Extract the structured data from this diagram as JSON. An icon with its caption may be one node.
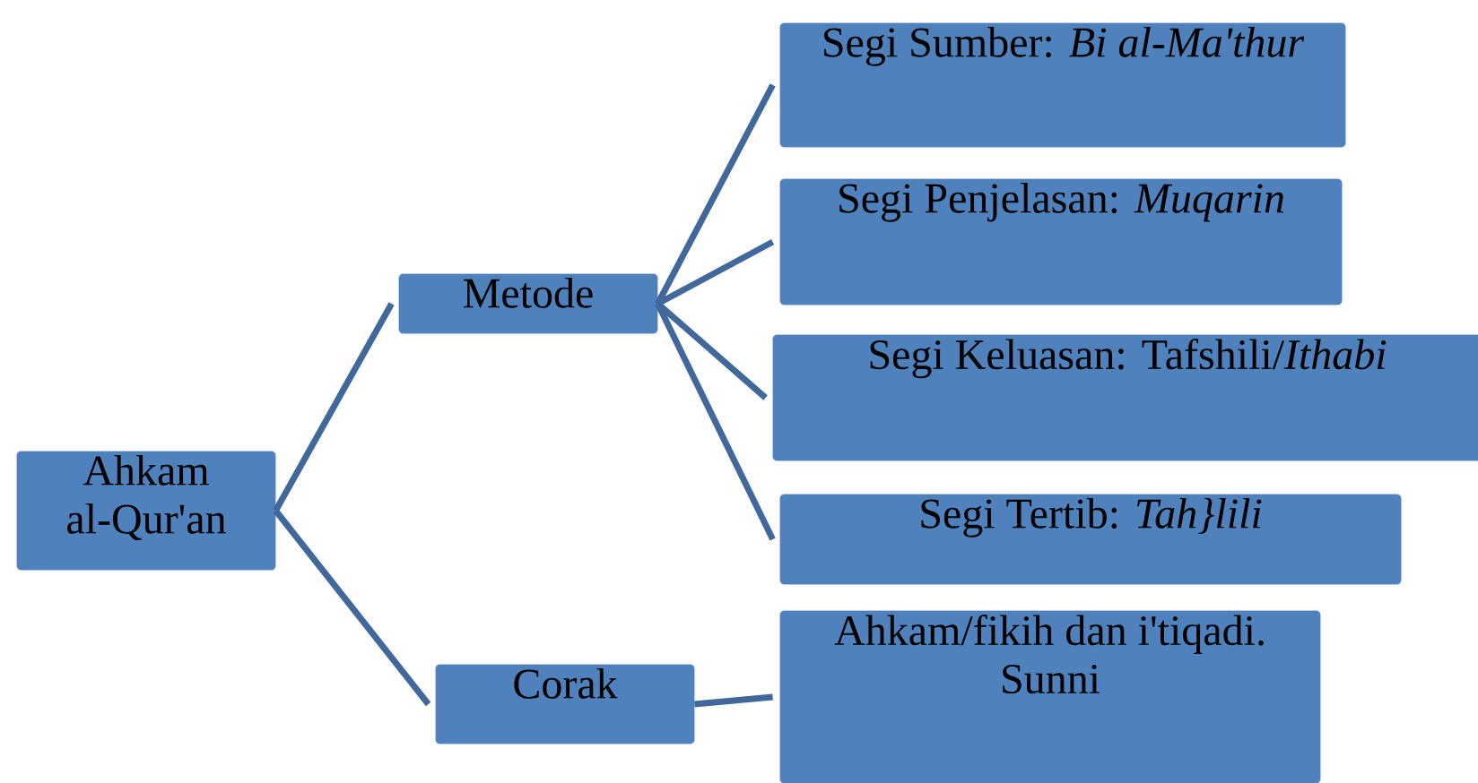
{
  "diagram": {
    "nodes": [
      {
        "text": [
          "Ahkam al-Qur'an"
        ]
      },
      {
        "text": [
          "Metode"
        ]
      },
      {
        "text": [
          "Corak"
        ]
      },
      {
        "text": [
          "Segi Sumber: *Bi al-Ma'thur*"
        ]
      },
      {
        "text": [
          "Segi Penjelasan: *Muqarin*"
        ]
      },
      {
        "text": [
          "Segi Keluasan: Tafshili/*Ithabi*"
        ]
      },
      {
        "text": [
          "Segi Tertib: *Tah}lili*"
        ]
      },
      {
        "text": [
          "Ahkam/fikih dan i'tiqadi. Sunni"
        ]
      }
    ],
    "edges": [
      {
        "from": 0,
        "to": 1,
        "arrow": "none"
      },
      {
        "from": 0,
        "to": 2,
        "arrow": "none"
      },
      {
        "from": 1,
        "to": 3,
        "arrow": "none"
      },
      {
        "from": 1,
        "to": 4,
        "arrow": "none"
      },
      {
        "from": 1,
        "to": 5,
        "arrow": "none"
      },
      {
        "from": 1,
        "to": 6,
        "arrow": "none"
      },
      {
        "from": 2,
        "to": 7,
        "arrow": "none"
      }
    ]
  }
}
